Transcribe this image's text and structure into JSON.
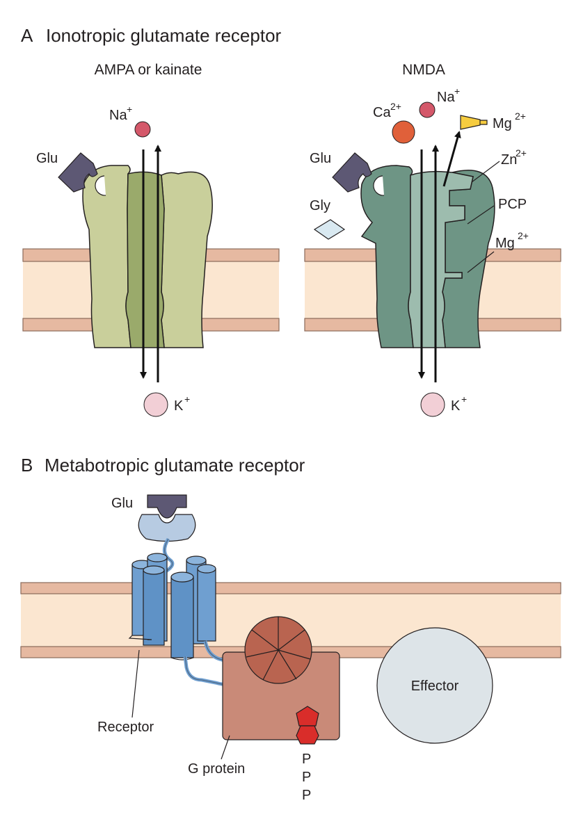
{
  "panel_a": {
    "letter": "A",
    "title": "Ionotropic glutamate receptor",
    "left": {
      "subtitle": "AMPA or kainate",
      "na": "Na",
      "na_sup": "+",
      "k": "K",
      "k_sup": "+",
      "glu": "Glu"
    },
    "right": {
      "subtitle": "NMDA",
      "ca": "Ca",
      "ca_sup": "2+",
      "na": "Na",
      "na_sup": "+",
      "mg_top": "Mg",
      "mg_top_sup": "2+",
      "glu": "Glu",
      "gly": "Gly",
      "zn": "Zn",
      "zn_sup": "2+",
      "pcp": "PCP",
      "mg_site": "Mg",
      "mg_site_sup": "2+",
      "k": "K",
      "k_sup": "+"
    }
  },
  "panel_b": {
    "letter": "B",
    "title": "Metabotropic glutamate receptor",
    "glu": "Glu",
    "receptor": "Receptor",
    "g_protein": "G protein",
    "effector": "Effector",
    "phosphates": [
      "P",
      "P",
      "P"
    ]
  },
  "colors": {
    "membrane_fill": "#fbe6d0",
    "membrane_band": "#e6b9a1",
    "ampa_body": "#c9cf9b",
    "ampa_pore": "#9aaa6b",
    "nmda_body": "#6e9585",
    "nmda_pore": "#9dbcae",
    "glu": "#5d5874",
    "gly": "#d9e9f1",
    "cation_na": "#d4586a",
    "cation_ca": "#e0603a",
    "cation_k": "#f2cfd6",
    "mg_blocker": "#f6cc3f",
    "receptor_blue": "#6f9fd0",
    "receptor_head": "#b7cbe2",
    "g_protein": "#c98a78",
    "g_subunit": "#b96450",
    "effector": "#dde4e8",
    "gtp": "#d92d2a"
  }
}
